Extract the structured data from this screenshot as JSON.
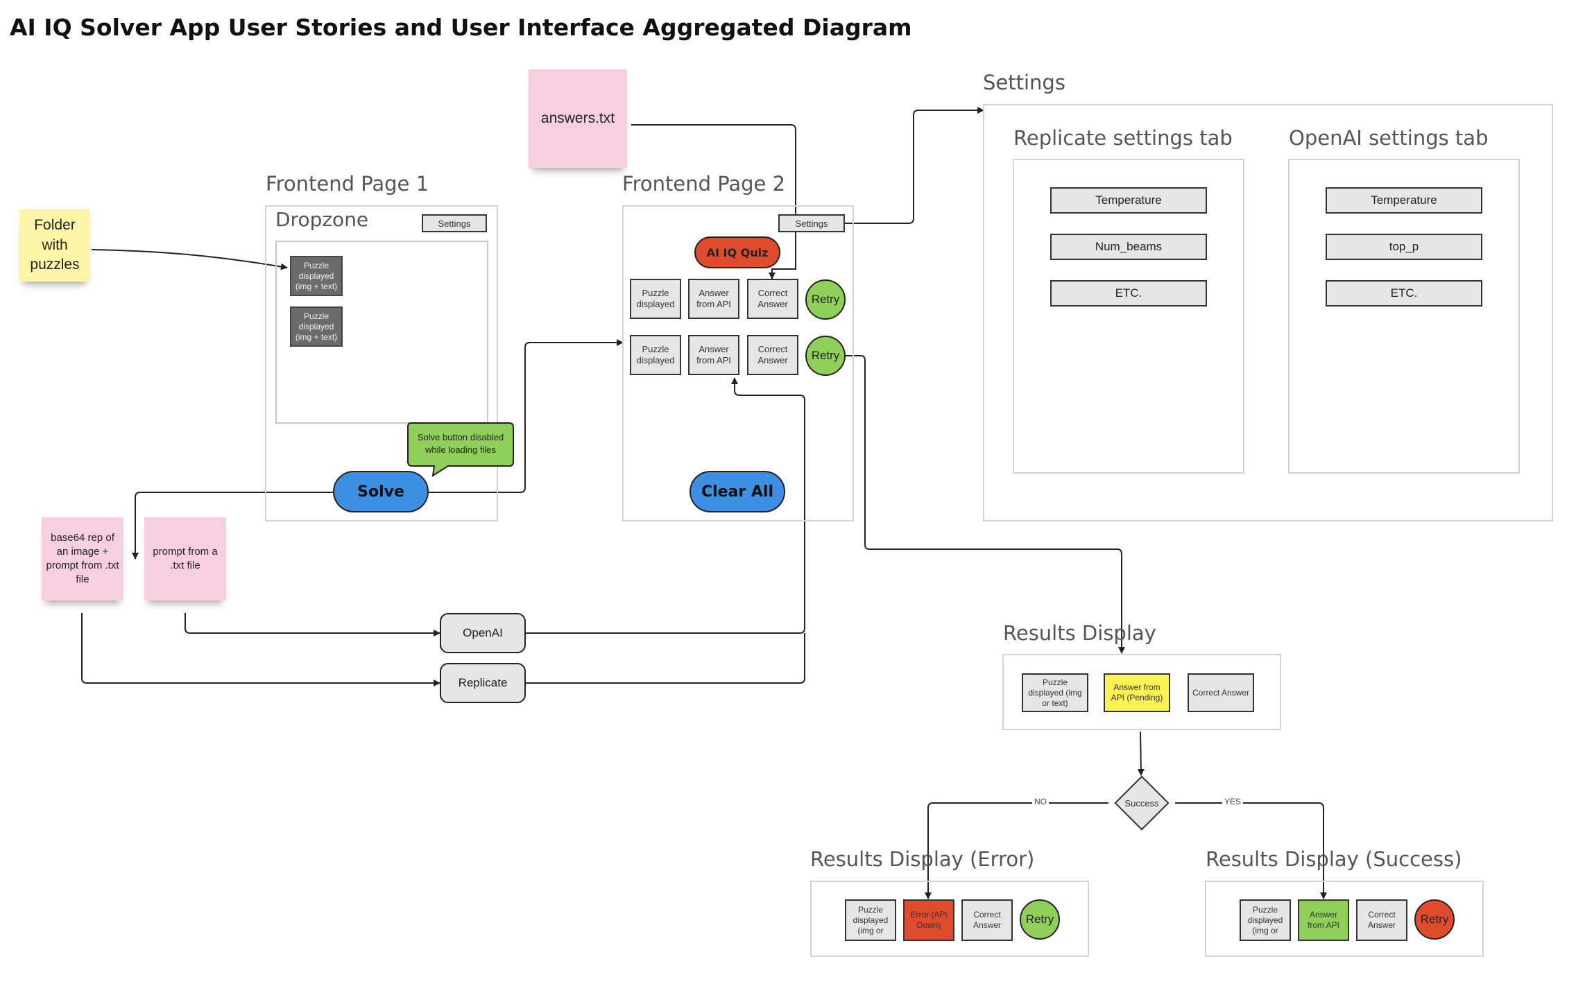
{
  "title": "AI IQ Solver App User Stories and User Interface Aggregated Diagram",
  "colors": {
    "sticky_yellow": "#fdf5a8",
    "sticky_pink": "#f6d0e0",
    "solve_blue": "#3d8fe3",
    "quiz_red": "#e04b2e",
    "retry_green": "#8fcf5a",
    "error_red": "#e04b2e",
    "pending_yellow": "#fbf256",
    "success_green": "#8fcf5a",
    "tooltip_green": "#8fcf5a"
  },
  "stickies": {
    "folder": "Folder with puzzles",
    "answers": "answers.txt",
    "base64": "base64 rep of an image + prompt from .txt file",
    "prompt": "prompt from a .txt file"
  },
  "page1": {
    "label": "Frontend Page 1",
    "dropzone": "Dropzone",
    "settings_button": "Settings",
    "puzzle_1": "Puzzle displayed (img + text)",
    "puzzle_2": "Puzzle displayed (img + text)",
    "tooltip": "Solve button disabled while loading files",
    "solve_button": "Solve"
  },
  "page2": {
    "label": "Frontend Page 2",
    "settings_button": "Settings",
    "quiz_badge": "AI IQ Quiz",
    "row1": {
      "puzzle": "Puzzle displayed",
      "answer": "Answer from API",
      "correct": "Correct Answer",
      "retry": "Retry"
    },
    "row2": {
      "puzzle": "Puzzle displayed",
      "answer": "Answer from API",
      "correct": "Correct Answer",
      "retry": "Retry"
    },
    "clear_button": "Clear All"
  },
  "apis": {
    "openai": "OpenAI",
    "replicate": "Replicate"
  },
  "settings": {
    "label": "Settings",
    "replicate_tab": {
      "label": "Replicate settings tab",
      "fields": [
        "Temperature",
        "Num_beams",
        "ETC."
      ]
    },
    "openai_tab": {
      "label": "OpenAI settings tab",
      "fields": [
        "Temperature",
        "top_p",
        "ETC."
      ]
    }
  },
  "results": {
    "label": "Results Display",
    "puzzle": "Puzzle displayed (img or text)",
    "answer": "Answer from API (Pending)",
    "correct": "Correct Answer"
  },
  "decision": {
    "label": "Success",
    "no": "NO",
    "yes": "YES"
  },
  "results_error": {
    "label": "Results Display (Error)",
    "puzzle": "Puzzle displayed (img or",
    "answer": "Error (API Down)",
    "correct": "Correct Answer",
    "retry": "Retry"
  },
  "results_success": {
    "label": "Results Display (Success)",
    "puzzle": "Puzzle displayed (img or",
    "answer": "Answer from API",
    "correct": "Correct Answer",
    "retry": "Retry"
  }
}
